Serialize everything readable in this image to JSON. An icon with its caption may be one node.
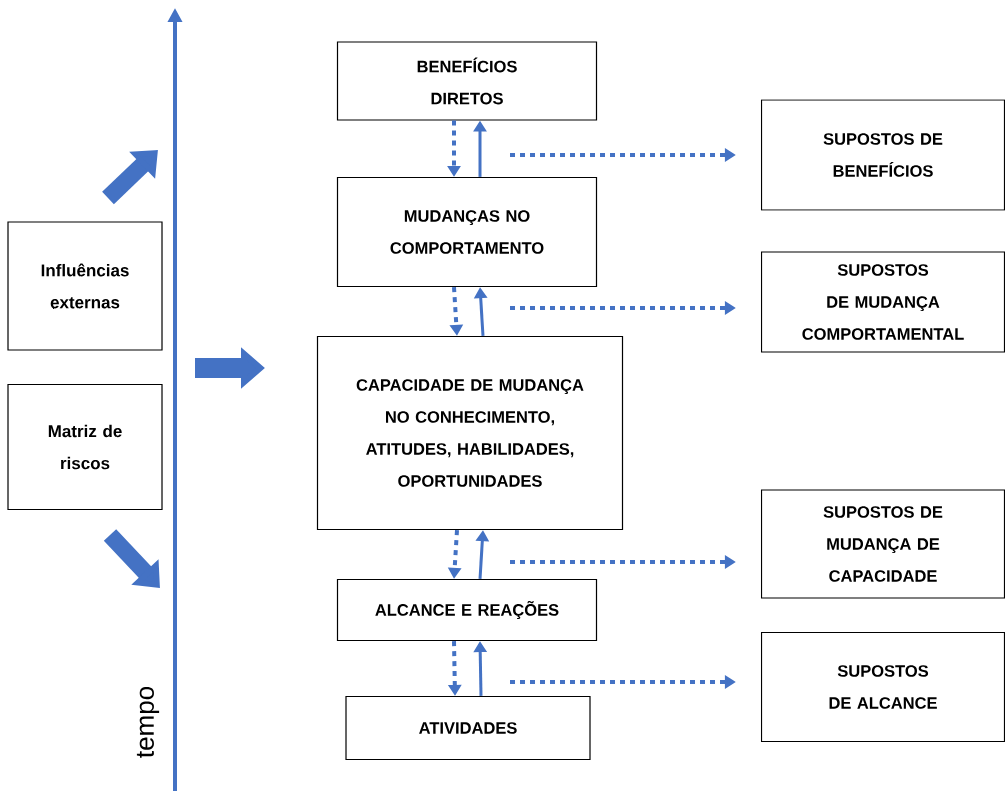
{
  "diagram": {
    "nodes": [
      {
        "text": [
          "BENEFÍCIOS DIRETOS"
        ]
      },
      {
        "text": [
          "MUDANÇAS NO COMPORTAMENTO"
        ]
      },
      {
        "text": [
          "CAPACIDADE DE MUDANÇA NO CONHECIMENTO, ATITUDES, HABILIDADES, OPORTUNIDADES"
        ]
      },
      {
        "text": [
          "ALCANCE E REAÇÕES"
        ]
      },
      {
        "text": [
          "ATIVIDADES"
        ]
      },
      {
        "text": [
          "SUPOSTOS DE BENEFÍCIOS"
        ]
      },
      {
        "text": [
          "SUPOSTOS DE MUDANÇA COMPORTAMENTAL"
        ]
      },
      {
        "text": [
          "SUPOSTOS DE MUDANÇA DE CAPACIDADE"
        ]
      },
      {
        "text": [
          "SUPOSTOS DE ALCANCE"
        ]
      },
      {
        "text": [
          "Influências externas"
        ]
      },
      {
        "text": [
          "Matriz de riscos"
        ]
      }
    ],
    "edges": [
      {
        "from": 0,
        "to": 1,
        "arrow": "to",
        "style": "dashed"
      },
      {
        "from": 1,
        "to": 0,
        "arrow": "to"
      },
      {
        "from": null,
        "to": 5,
        "arrow": "to",
        "style": "dashed"
      },
      {
        "from": 1,
        "to": 2,
        "arrow": "to",
        "style": "dashed"
      },
      {
        "from": 2,
        "to": 1,
        "arrow": "to"
      },
      {
        "from": null,
        "to": 6,
        "arrow": "to",
        "style": "dashed"
      },
      {
        "from": 2,
        "to": 3,
        "arrow": "to",
        "style": "dashed"
      },
      {
        "from": 3,
        "to": 2,
        "arrow": "to"
      },
      {
        "from": null,
        "to": 7,
        "arrow": "to",
        "style": "dashed"
      },
      {
        "from": 3,
        "to": 4,
        "arrow": "to",
        "style": "dashed"
      },
      {
        "from": 4,
        "to": 3,
        "arrow": "to"
      },
      {
        "from": null,
        "to": 8,
        "arrow": "to",
        "style": "dashed"
      }
    ],
    "labels": [
      "tempo"
    ]
  }
}
